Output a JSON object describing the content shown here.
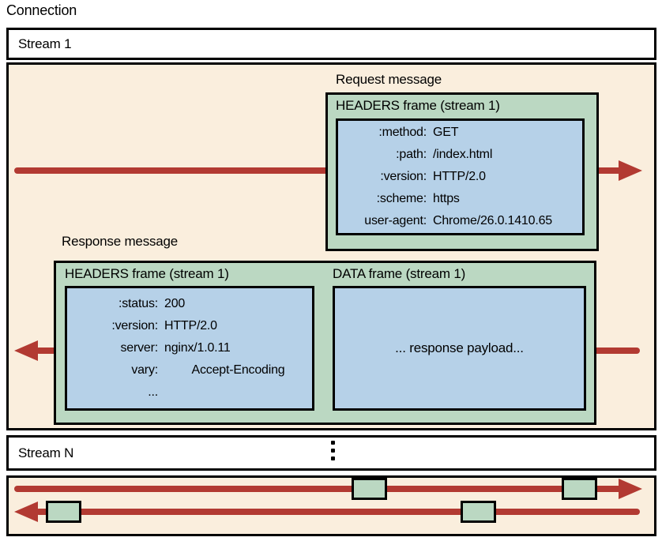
{
  "labels": {
    "connection": "Connection",
    "stream1": "Stream 1",
    "streamN": "Stream N",
    "request_message": "Request message",
    "response_message": "Response message"
  },
  "request_frame": {
    "title": "HEADERS frame (stream 1)",
    "headers": [
      {
        "key": ":method:",
        "value": "GET"
      },
      {
        "key": ":path:",
        "value": "/index.html"
      },
      {
        "key": ":version:",
        "value": "HTTP/2.0"
      },
      {
        "key": ":scheme:",
        "value": "https"
      },
      {
        "key": "user-agent:",
        "value": "Chrome/26.0.1410.65"
      }
    ]
  },
  "response_headers_frame": {
    "title": "HEADERS frame (stream 1)",
    "headers": [
      {
        "key": ":status:",
        "value": "200"
      },
      {
        "key": ":version:",
        "value": "HTTP/2.0"
      },
      {
        "key": "server:",
        "value": "nginx/1.0.11"
      },
      {
        "key": "vary:",
        "value": "Accept-Encoding"
      },
      {
        "key": "...",
        "value": ""
      }
    ]
  },
  "response_data_frame": {
    "title": "DATA frame (stream 1)",
    "payload": "... response payload..."
  },
  "colors": {
    "lane_background": "#faeedd",
    "frame_green": "#bbd8c2",
    "header_blue": "#b6d1e8",
    "arrow_red": "#b23a32",
    "border_black": "#000000"
  }
}
